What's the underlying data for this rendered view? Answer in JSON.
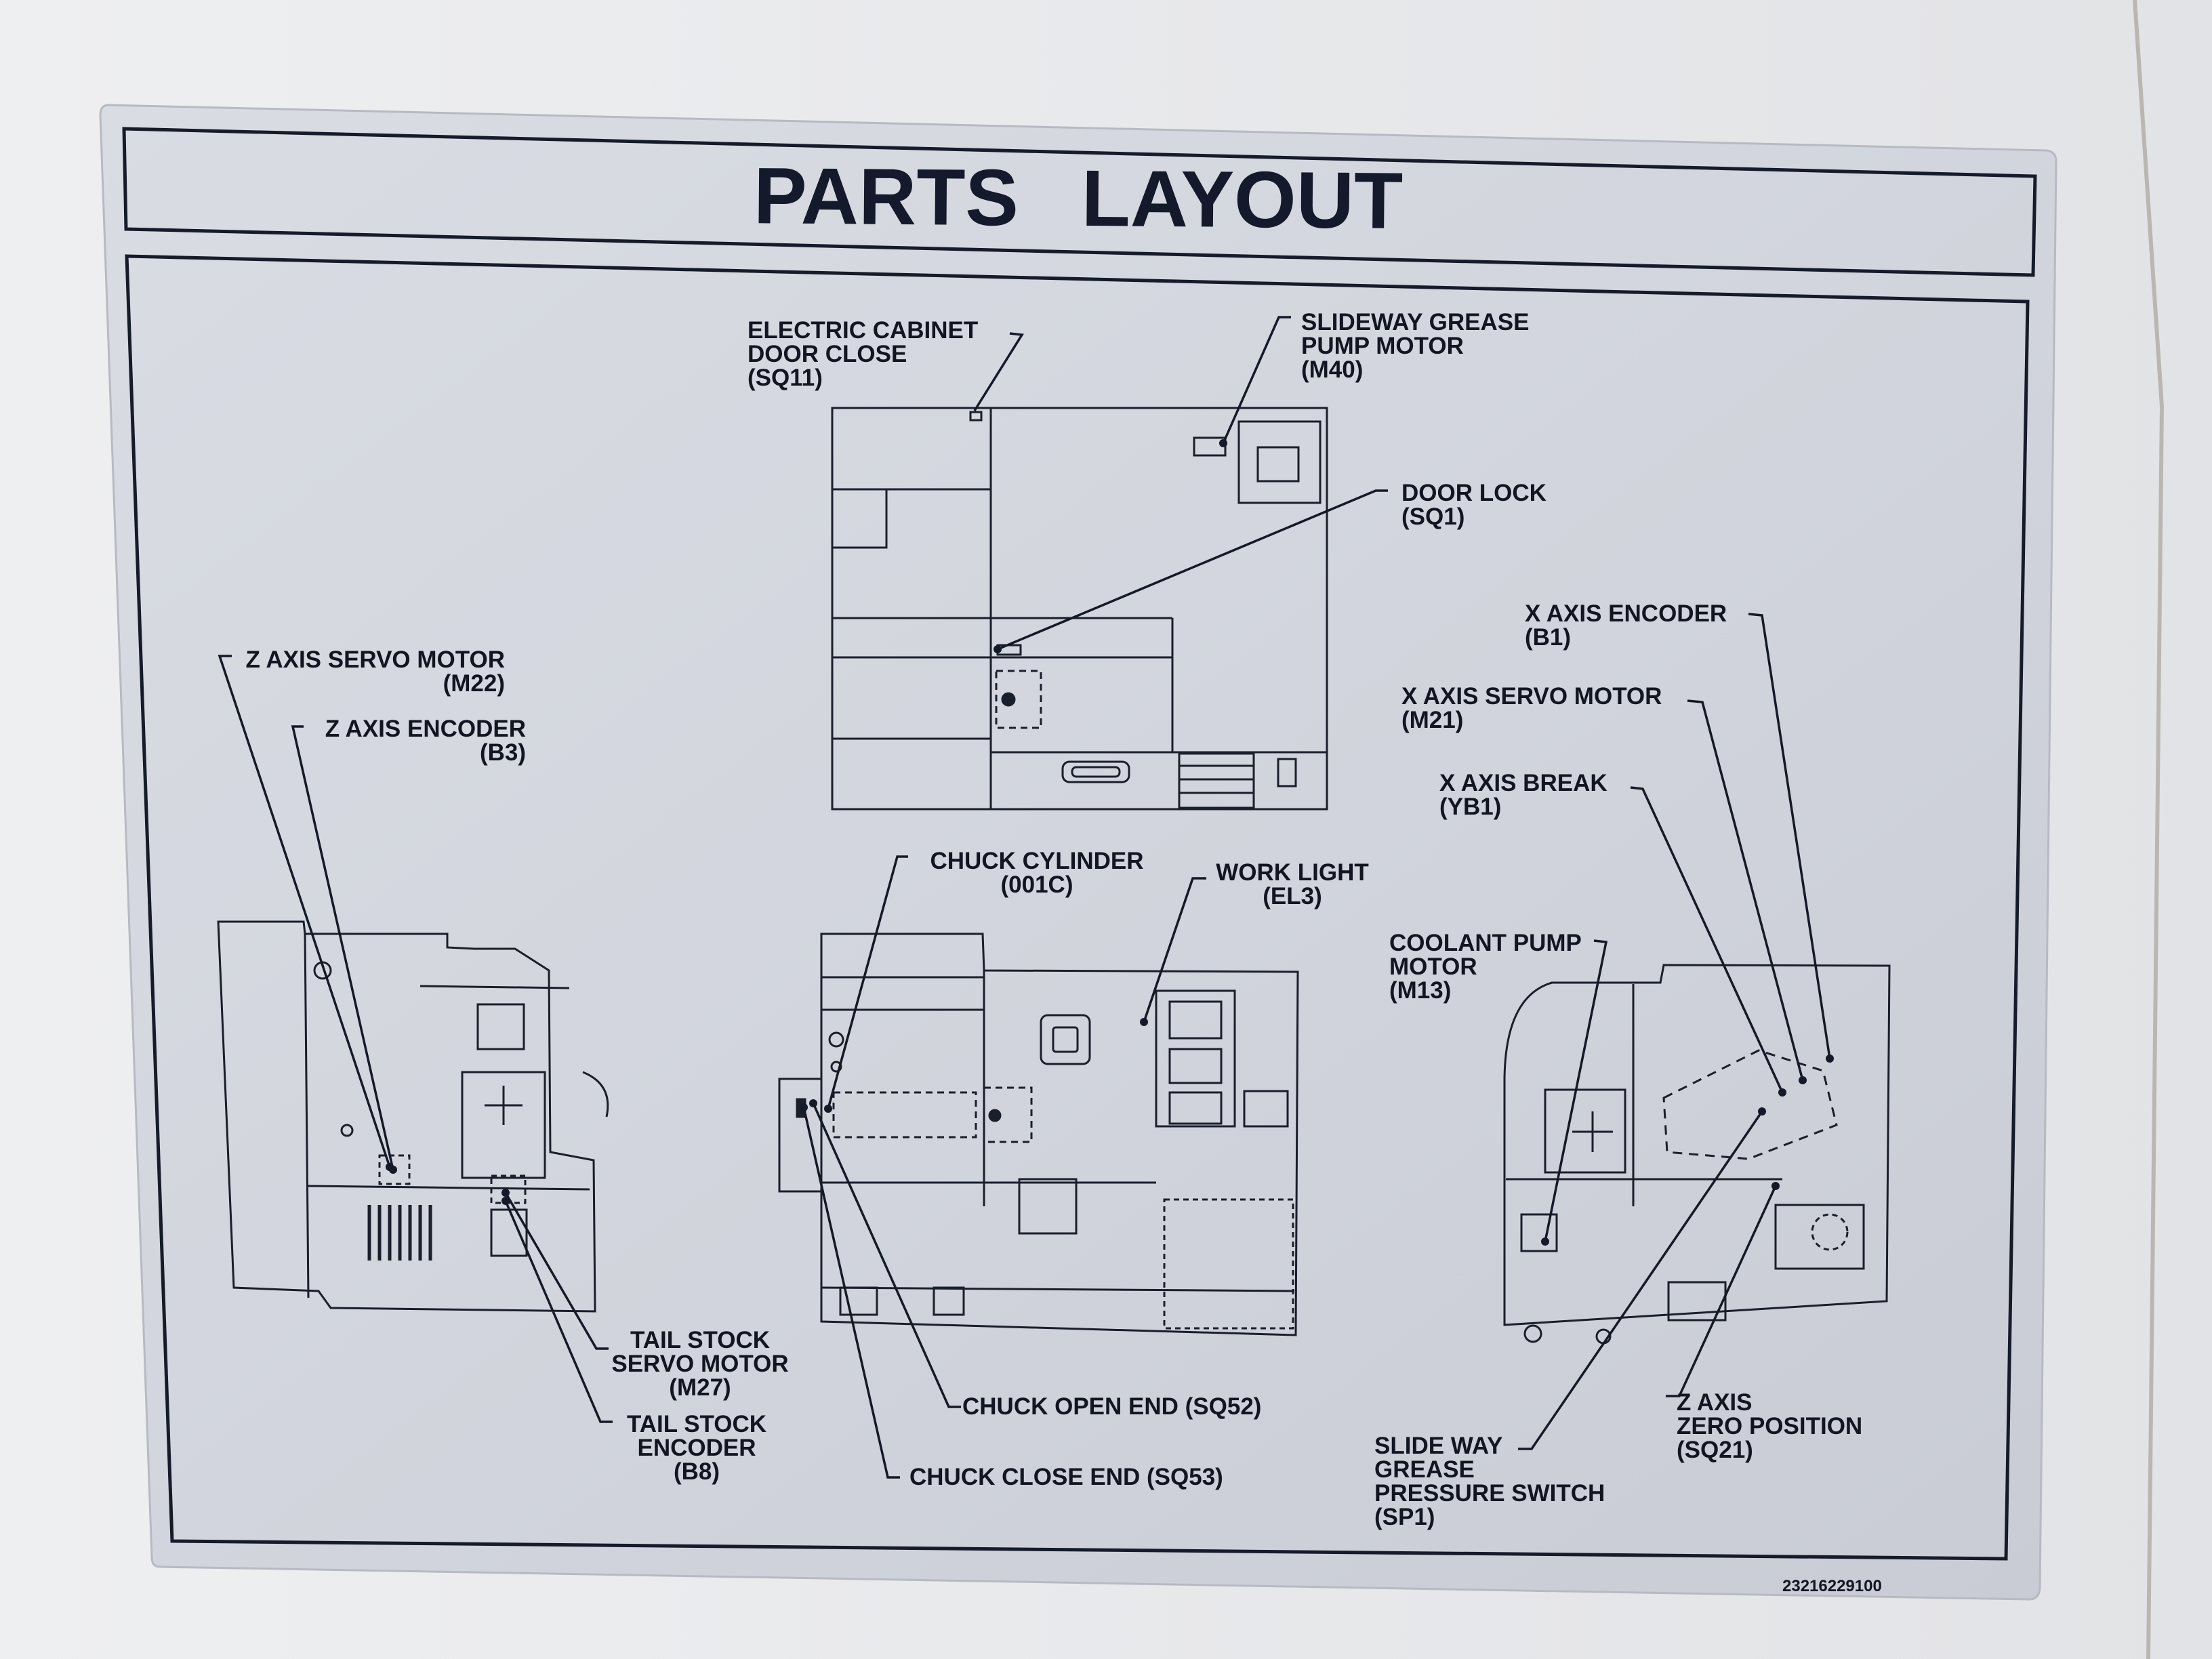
{
  "title": "PARTS   LAYOUT",
  "part_number": "23216229100",
  "colors": {
    "plate": "#d3d6de",
    "ink": "#111622",
    "wall": "#e6e7ea"
  },
  "labels": {
    "sq11": [
      "ELECTRIC CABINET",
      "DOOR CLOSE",
      "(SQ11)"
    ],
    "m40": [
      "SLIDEWAY GREASE",
      "PUMP MOTOR",
      "(M40)"
    ],
    "sq1": [
      "DOOR LOCK",
      "(SQ1)"
    ],
    "b1": [
      "X AXIS ENCODER",
      "(B1)"
    ],
    "m21": [
      "X AXIS SERVO MOTOR",
      "(M21)"
    ],
    "yb1": [
      "X AXIS BREAK",
      "(YB1)"
    ],
    "m13": [
      "COOLANT PUMP",
      "MOTOR",
      "(M13)"
    ],
    "m22": [
      "Z AXIS SERVO MOTOR",
      "(M22)"
    ],
    "b3": [
      "Z AXIS ENCODER",
      "(B3)"
    ],
    "c001": [
      "CHUCK CYLINDER",
      "(001C)"
    ],
    "el3": [
      "WORK LIGHT",
      "(EL3)"
    ],
    "m27": [
      "TAIL STOCK",
      "SERVO MOTOR",
      "(M27)"
    ],
    "b8": [
      "TAIL STOCK",
      "ENCODER",
      "(B8)"
    ],
    "sq52": [
      "CHUCK OPEN END (SQ52)"
    ],
    "sq53": [
      "CHUCK CLOSE END (SQ53)"
    ],
    "sp1": [
      "SLIDE WAY",
      "GREASE",
      "PRESSURE SWITCH",
      "(SP1)"
    ],
    "sq21": [
      "Z AXIS",
      "ZERO POSITION",
      "(SQ21)"
    ]
  }
}
